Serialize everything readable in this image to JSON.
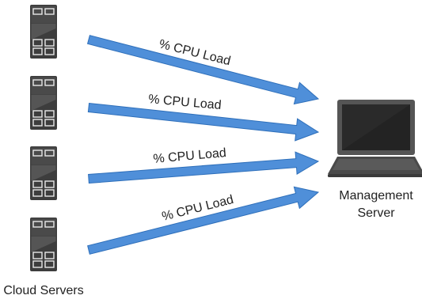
{
  "arrows": [
    {
      "label": "% CPU Load"
    },
    {
      "label": "% CPU Load"
    },
    {
      "label": "% CPU Load"
    },
    {
      "label": "% CPU Load"
    }
  ],
  "cloud_servers_label": "Cloud Servers",
  "management_server_label": [
    "Management",
    "Server"
  ],
  "colors": {
    "arrow_fill": "#4f8fd9",
    "arrow_stroke": "#2e6fba",
    "server_body": "#3a3a3a",
    "server_dark": "#1c1c1c",
    "laptop_body": "#555555",
    "screen": "#2a2a2a"
  },
  "icons": [
    "server-icon",
    "laptop-icon"
  ]
}
